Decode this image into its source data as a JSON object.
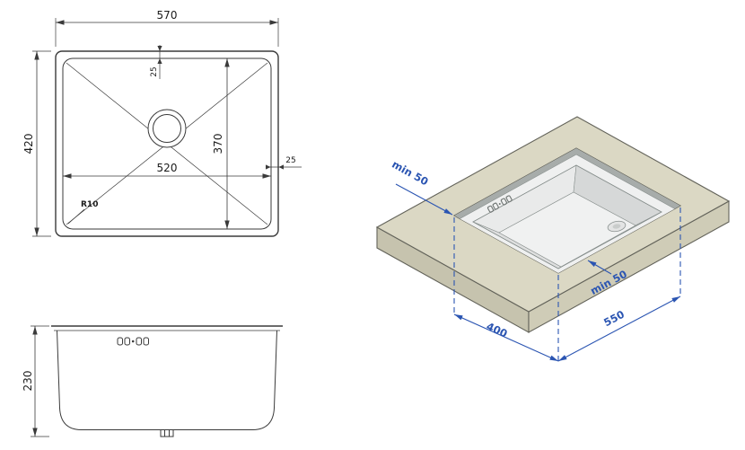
{
  "views": {
    "top": {
      "dim_outer_width": "570",
      "dim_outer_height": "420",
      "dim_inner_width": "520",
      "dim_inner_height": "370",
      "dim_rim_top": "25",
      "dim_rim_right": "25",
      "dim_corner_radius": "R10"
    },
    "front": {
      "dim_depth": "230"
    },
    "iso": {
      "dim_clearance_back": "min 50",
      "dim_clearance_front": "min 50",
      "dim_cutout_depth": "400",
      "dim_cutout_width": "550"
    }
  },
  "colors": {
    "line": "#3a3a3a",
    "dim_blue": "#2b55b2",
    "counter_top": "#dbd8c4",
    "counter_front_left": "#c6c3ae",
    "counter_front_right": "#cfccb7",
    "sink_rim": "#eff0f0",
    "cutout_shadow": "#a7acaa",
    "bowl_wall_light": "#e9eaea",
    "bowl_wall_back": "#d6d8d8",
    "bowl_wall_dark": "#c7cac9",
    "bowl_wall_front": "#dedfdf",
    "bowl_bottom": "#f0f1f1"
  },
  "icons": {
    "overflow": "overflow-icon",
    "drain": "drain-icon"
  }
}
